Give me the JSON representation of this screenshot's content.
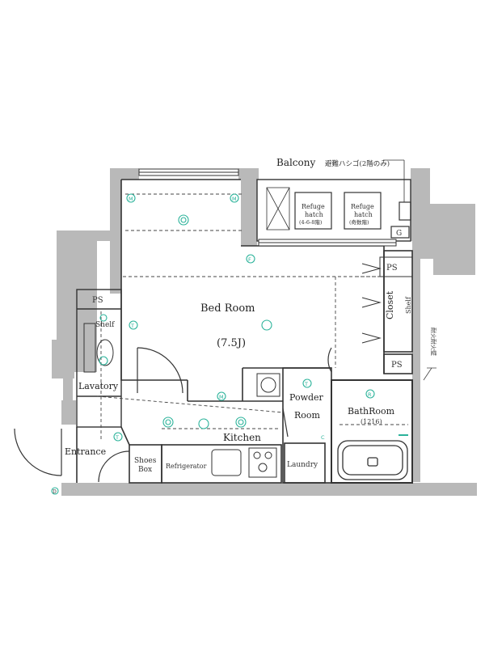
{
  "rooms": {
    "bed_room": "Bed Room",
    "bed_room_size": "(7.5J)",
    "balcony": "Balcony",
    "ladder_note": "避難ハシゴ(2階のみ)",
    "refuge_hatch_1": [
      "Refuge",
      "hatch",
      "(4-6-8階)"
    ],
    "refuge_hatch_2": [
      "Refuge",
      "hatch",
      "(奇数階)"
    ],
    "ps_left": "PS",
    "ps_right_top": "PS",
    "ps_right_bottom": "PS",
    "shelf_left": "Shelf",
    "lavatory": "Lavatory",
    "entrance": "Entrance",
    "shoes_box": [
      "Shoes",
      "Box"
    ],
    "refrigerator": "Refrigerator",
    "kitchen": "Kitchen",
    "powder_room": [
      "Powder",
      "Room"
    ],
    "laundry": "Laundry",
    "bath_room": "BathRoom",
    "bath_room_size": "(1216)",
    "closet": "Closet",
    "shelf_right": "Shelf",
    "fire_wall_note": "耐火耐火壁",
    "g_mark": "G",
    "d_mark": "D"
  },
  "colors": {
    "wall": "#b9b9b9",
    "line": "#333333",
    "equipment": "#2bb39a"
  }
}
